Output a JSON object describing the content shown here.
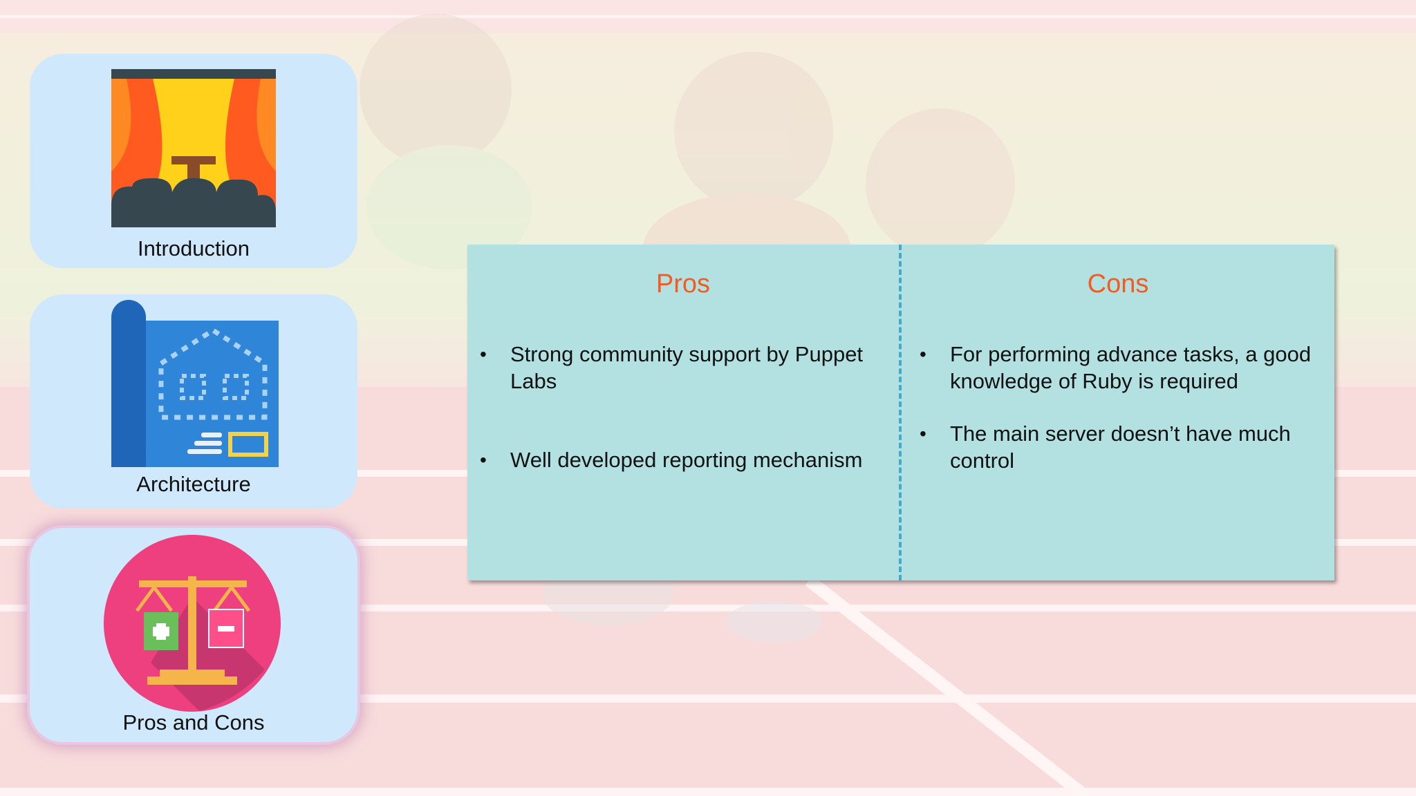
{
  "nav": [
    {
      "label": "Introduction",
      "icon": "theater-stage-icon",
      "active": false
    },
    {
      "label": "Architecture",
      "icon": "blueprint-icon",
      "active": false
    },
    {
      "label": "Pros and Cons",
      "icon": "balance-scale-icon",
      "active": true
    }
  ],
  "table": {
    "pros": {
      "title": "Pros",
      "items": [
        "Strong community support by Puppet Labs",
        "Well developed reporting mechanism"
      ]
    },
    "cons": {
      "title": "Cons",
      "items": [
        "For performing advance tasks, a good knowledge of Ruby is required",
        "The main server doesn’t have much control"
      ]
    }
  },
  "colors": {
    "card_bg": "#cfe8fb",
    "panel_bg": "#b3e1e1",
    "title_accent": "#f25c23",
    "divider": "#45a9c9"
  }
}
